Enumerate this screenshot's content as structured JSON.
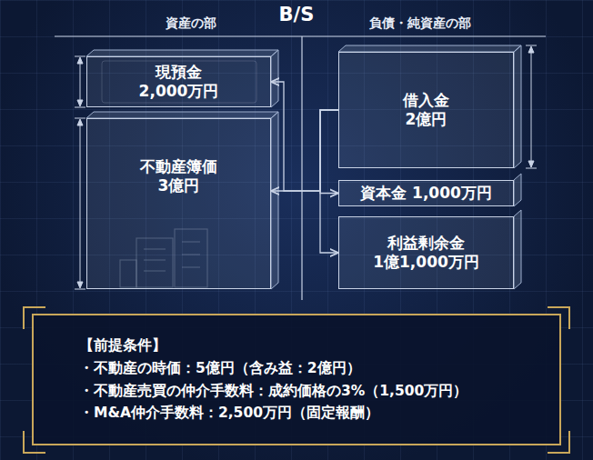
{
  "diagram": {
    "title": "B/S",
    "nodes": [
      {
        "text": [
          "現預金",
          "2,000万円"
        ]
      },
      {
        "text": [
          "不動産簿価",
          "3億円"
        ]
      },
      {
        "text": [
          "借入金",
          "2億円"
        ]
      },
      {
        "text": [
          "資本金 1,000万円"
        ]
      },
      {
        "text": [
          "利益剰余金",
          "1億1,000万円"
        ]
      },
      {
        "text": [
          "【前提条件】",
          "・不動産の時価：5億円（含み益：2億円）",
          "・不動産売買の仲介手数料：成約価格の3%（1,500万円）",
          "・M&A仲介手数料：2,500万円（固定報酬）"
        ]
      }
    ],
    "edges": [
      {
        "from": 2,
        "to": 0,
        "arrow": "to"
      },
      {
        "from": 2,
        "to": 1,
        "arrow": "to"
      },
      {
        "from": 2,
        "to": 3,
        "arrow": "to"
      },
      {
        "from": 2,
        "to": 4,
        "arrow": "to"
      }
    ],
    "labels": [
      "資産の部",
      "負債・純資産の部"
    ]
  }
}
